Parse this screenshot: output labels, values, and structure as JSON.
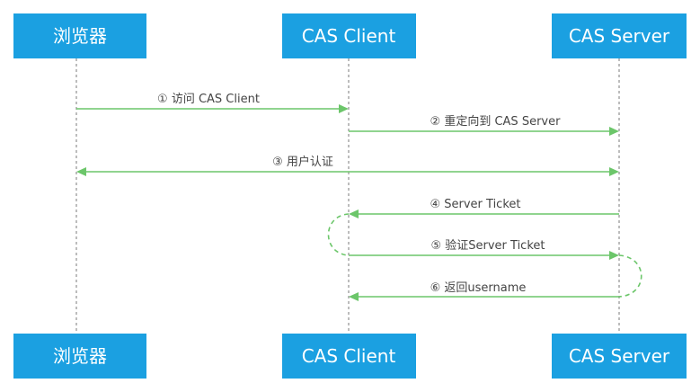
{
  "actors": [
    {
      "id": "browser",
      "label": "浏览器"
    },
    {
      "id": "client",
      "label": "CAS Client"
    },
    {
      "id": "server",
      "label": "CAS Server"
    }
  ],
  "messages": [
    {
      "label": "① 访问 CAS Client",
      "from": "browser",
      "to": "client"
    },
    {
      "label": "② 重定向到 CAS Server",
      "from": "client",
      "to": "server"
    },
    {
      "label": "③ 用户认证",
      "from": "browser",
      "to": "server",
      "bidirectional": true
    },
    {
      "label": "④ Server Ticket",
      "from": "server",
      "to": "client"
    },
    {
      "label": "⑤ 验证Server Ticket",
      "from": "client",
      "to": "server"
    },
    {
      "label": "⑥ 返回username",
      "from": "server",
      "to": "client"
    }
  ],
  "colors": {
    "actor_fill": "#1ba0e1",
    "actor_text": "#ffffff",
    "arrow": "#6cc66a",
    "lifeline": "#999999",
    "label_text": "#444444"
  }
}
